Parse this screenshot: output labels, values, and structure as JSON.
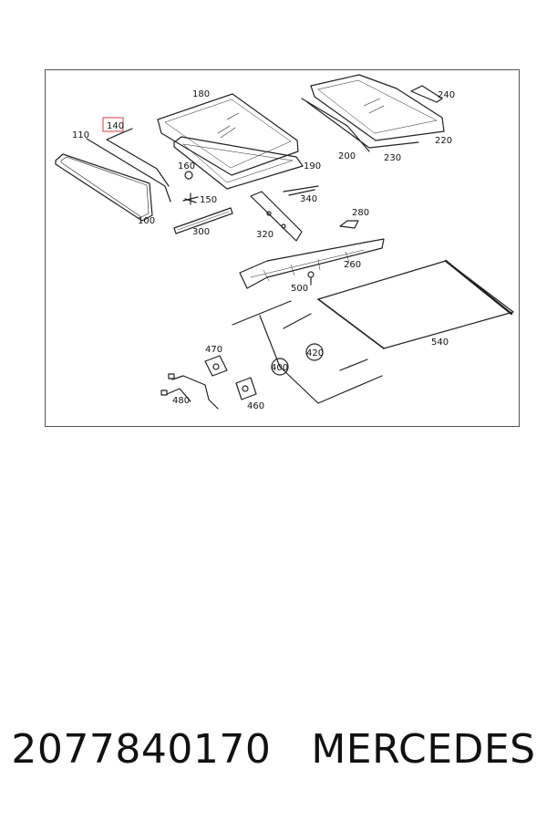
{
  "diagram": {
    "labels": {
      "p100": "100",
      "p110": "110",
      "p140": "140",
      "p150": "150",
      "p160": "160",
      "p180": "180",
      "p190": "190",
      "p200": "200",
      "p220": "220",
      "p230": "230",
      "p240": "240",
      "p260": "260",
      "p280": "280",
      "p300": "300",
      "p320": "320",
      "p340": "340",
      "p400": "400",
      "p420": "420",
      "p460": "460",
      "p470": "470",
      "p480": "480",
      "p500": "500",
      "p540": "540"
    },
    "highlighted_part": "140",
    "highlight_color": "#e05a5a"
  },
  "caption": {
    "part_number": "2077840170",
    "brand": "MERCEDES"
  }
}
